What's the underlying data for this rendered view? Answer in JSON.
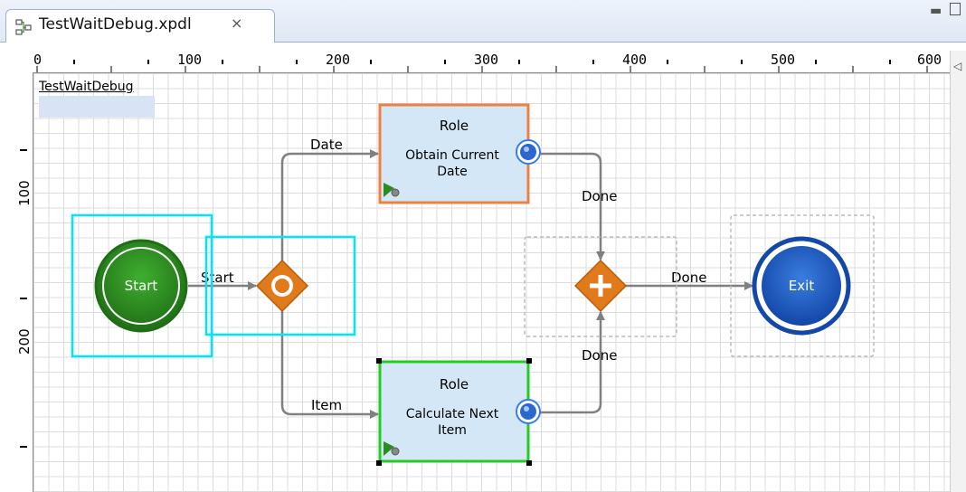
{
  "tab": {
    "title": "TestWaitDebug.xpdl",
    "close_symbol": "×"
  },
  "window": {
    "minimize_symbol": "▭"
  },
  "ruler_top": [
    "0",
    "100",
    "200",
    "300",
    "400",
    "500",
    "600"
  ],
  "ruler_left": [
    "100",
    "200"
  ],
  "diagram": {
    "name": "TestWaitDebug",
    "start": {
      "label": "Start",
      "color": "#2e8b22"
    },
    "exit": {
      "label": "Exit",
      "color": "#1e5fc8"
    },
    "tasks": [
      {
        "role": "Role",
        "name_line1": "Obtain Current",
        "name_line2": "Date",
        "border": "#f08040"
      },
      {
        "role": "Role",
        "name_line1": "Calculate Next",
        "name_line2": "Item",
        "border": "#22cc22"
      }
    ],
    "connections": {
      "start_to_gateway": "Start",
      "to_date": "Date",
      "to_item": "Item",
      "done_top": "Done",
      "done_bottom": "Done",
      "done_exit": "Done"
    },
    "colors": {
      "gateway": "#e07a1a",
      "task_fill": "#d4e7f6",
      "connector": "#808080",
      "selection": "#00e5ff"
    }
  }
}
